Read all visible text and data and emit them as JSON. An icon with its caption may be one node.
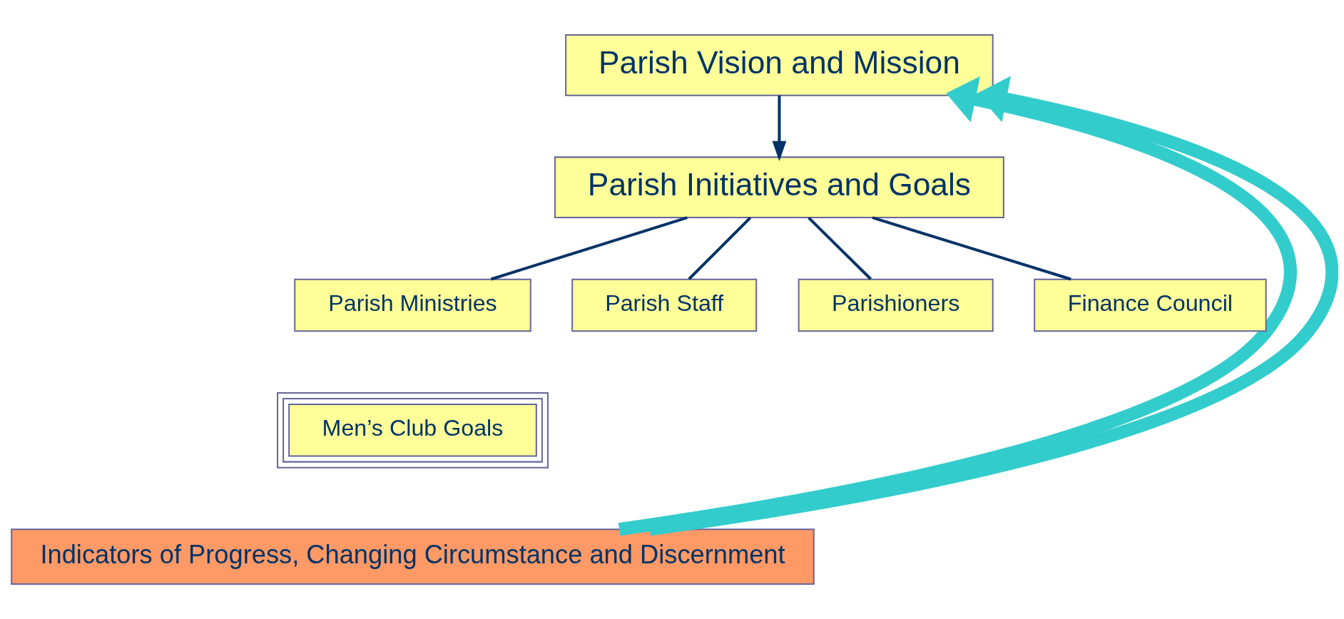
{
  "diagram": {
    "nodes": [
      {
        "text": [
          "Parish Vision and Mission"
        ]
      },
      {
        "text": [
          "Parish Initiatives and Goals"
        ]
      },
      {
        "text": [
          "Parish Ministries"
        ]
      },
      {
        "text": [
          "Parish Staff"
        ]
      },
      {
        "text": [
          "Parishioners"
        ]
      },
      {
        "text": [
          "Finance Council"
        ]
      },
      {
        "text": [
          "Men’s Club Goals"
        ]
      },
      {
        "text": [
          "Indicators of Progress, Changing Circumstance and Discernment"
        ]
      }
    ],
    "edges": [
      {
        "from": 0,
        "to": 1,
        "arrow": "to"
      },
      {
        "from": 1,
        "to": 2,
        "arrow": "none"
      },
      {
        "from": 1,
        "to": 3,
        "arrow": "none"
      },
      {
        "from": 1,
        "to": 4,
        "arrow": "none"
      },
      {
        "from": 1,
        "to": 5,
        "arrow": "none"
      },
      {
        "from": 7,
        "to": 0,
        "arrow": "to",
        "style": "thick",
        "color": "#33cccc"
      },
      {
        "from": 7,
        "to": 0,
        "arrow": "to",
        "style": "thick",
        "color": "#33cccc"
      }
    ]
  }
}
